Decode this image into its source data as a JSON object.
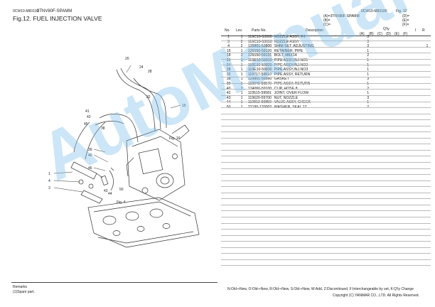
{
  "header": {
    "left_code": "0CW10-M83100",
    "model": "3TNV80F-SPAMM",
    "figure_title": "Fig.12.  FUEL INJECTION VALVE",
    "right_code": "0CW10-M83100",
    "right_fig": "Fig. 12"
  },
  "variants": {
    "a": "(A)=3TNV80F-SPAMM",
    "b": "(B)=",
    "c": "(C)=",
    "d": "(D)=",
    "e": "(E)=",
    "f": "(F)="
  },
  "table": {
    "headers": {
      "no": "No.",
      "lev": "Lev.",
      "part": "Parts No.",
      "desc": "Description",
      "qty": "Q'ty",
      "i": "I",
      "r": "R",
      "cols": [
        "(A)",
        "(B)",
        "(C)",
        "(D)",
        "(E)",
        "(F)"
      ]
    },
    "rows": [
      {
        "no": "1",
        "lev": "1",
        "part": "119C10-53000",
        "desc": "NOZZLE ASSY, F.I.",
        "a": "3",
        "r": ""
      },
      {
        "no": "3",
        "lev": "2",
        "part": "119C10-53010",
        "desc": "NOZZLE ASSY",
        "a": "3",
        "r": ""
      },
      {
        "no": "4",
        "lev": "2",
        "part": "129901-53800",
        "desc": "SHIM SET, ADJUSTING",
        "a": "3",
        "r": "1"
      },
      {
        "no": "15",
        "lev": "1",
        "part": "129150-59120",
        "desc": "RETAINER, PIPE",
        "a": "1",
        "r": ""
      },
      {
        "no": "18",
        "lev": "2",
        "part": "129150-59131",
        "desc": "BOLT, M6X14",
        "a": "2",
        "r": ""
      },
      {
        "no": "20",
        "lev": "1",
        "part": "119E10-59810",
        "desc": "PIPE ASSY,INJ.NO1",
        "a": "1",
        "r": ""
      },
      {
        "no": "24",
        "lev": "1",
        "part": "119E10-59820",
        "desc": "PIPE ASSY,INJ.NO2",
        "a": "1",
        "r": ""
      },
      {
        "no": "28",
        "lev": "1",
        "part": "119E10-59830",
        "desc": "PIPE ASSY,INJ.NO3",
        "a": "1",
        "r": ""
      },
      {
        "no": "32",
        "lev": "1",
        "part": "119717-59510",
        "desc": "PIPE ASSY, RETURN",
        "a": "1",
        "r": ""
      },
      {
        "no": "38",
        "lev": "1",
        "part": "129901-59560",
        "desc": "GASKET",
        "a": "3",
        "r": ""
      },
      {
        "no": "39",
        "lev": "1",
        "part": "119040-59570",
        "desc": "PIPE ASSY, RETURN",
        "a": "1",
        "r": ""
      },
      {
        "no": "40",
        "lev": "2",
        "part": "124066-59100",
        "desc": "CLIP, HOSE 8",
        "a": "2",
        "r": ""
      },
      {
        "no": "42",
        "lev": "1",
        "part": "119515-59581",
        "desc": "JOINT, OVER FLOW",
        "a": "1",
        "r": ""
      },
      {
        "no": "43",
        "lev": "1",
        "part": "119620-59700",
        "desc": "NUT, NOZZLE",
        "a": "3",
        "r": ""
      },
      {
        "no": "44",
        "lev": "1",
        "part": "119813-59850",
        "desc": "VALVE ASSY, CHECK",
        "a": "1",
        "r": ""
      },
      {
        "no": "50",
        "lev": "1",
        "part": "22190-120002",
        "desc": "WASHER, SEAL 12",
        "a": "2",
        "r": ""
      }
    ]
  },
  "diagram": {
    "callouts": [
      "20",
      "24",
      "28",
      "32",
      "15",
      "41",
      "42",
      "45",
      "38",
      "1",
      "4",
      "3",
      "39",
      "40",
      "46",
      "43",
      "44",
      "50"
    ],
    "fig_refs": [
      "Fig. 16",
      "Fig. 4"
    ],
    "line_color": "#333333"
  },
  "watermark": "AutoManual",
  "watermark_color": "#78beeb",
  "footer": {
    "remarks_title": "Remarks",
    "remarks_line": "(1)Spare part.",
    "legend": "N:Old⇒New, O:Old⇒New, R:Old⇒New, S:Old⇒New, W:Add, Z:Discontinued, F:Interchangeable by set, K:Q'ty Change",
    "copyright": "Copyright (C) YANMAR CO., LTD. All Rights Reserved."
  }
}
